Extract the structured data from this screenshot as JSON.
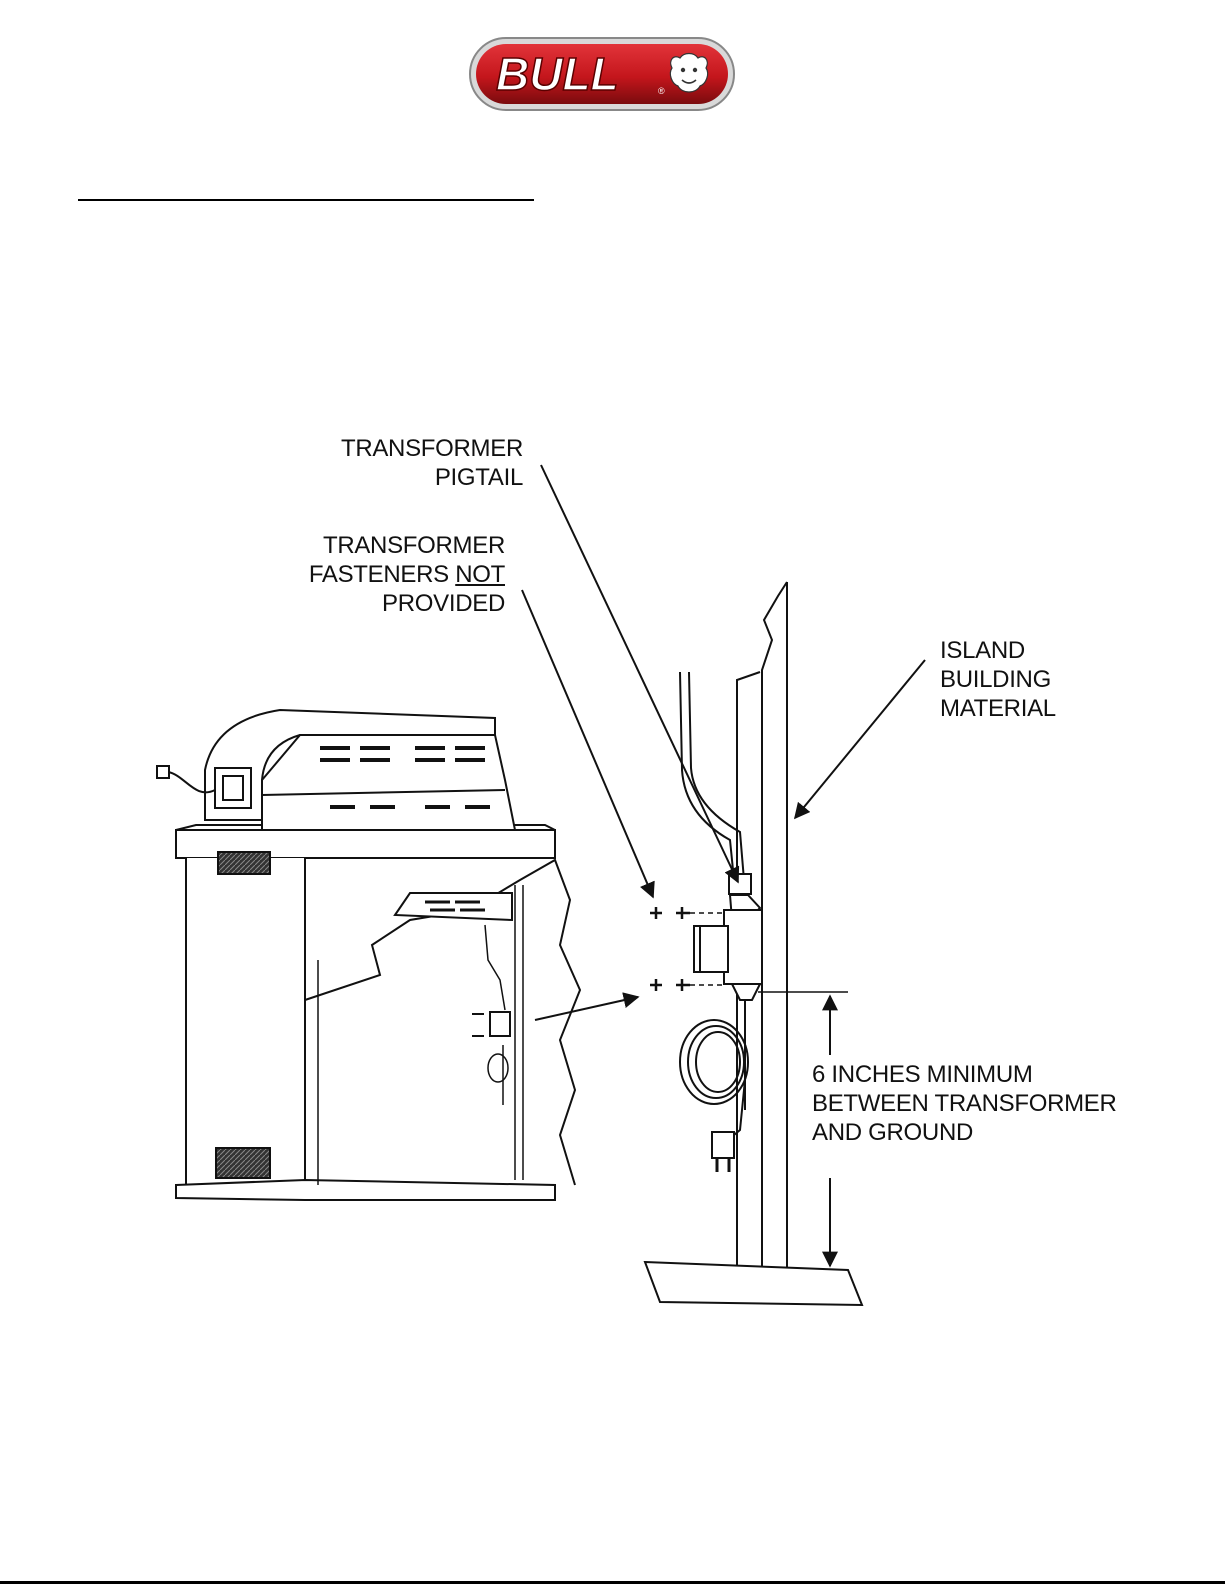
{
  "brand": {
    "logo_text": "BULL",
    "registered_mark": "®"
  },
  "labels": {
    "pigtail": [
      "TRANSFORMER",
      "PIGTAIL"
    ],
    "fasteners": {
      "line1": "TRANSFORMER",
      "line2_prefix": "FASTENERS ",
      "line2_underlined": "NOT",
      "line3": "PROVIDED"
    },
    "island": [
      "ISLAND",
      "BUILDING",
      "MATERIAL"
    ],
    "clearance": [
      "6 INCHES MINIMUM",
      "BETWEEN TRANSFORMER",
      "AND GROUND"
    ]
  },
  "colors": {
    "logo_red": "#c4161c",
    "logo_dark_red": "#7a0b0e",
    "ink": "#111111"
  }
}
